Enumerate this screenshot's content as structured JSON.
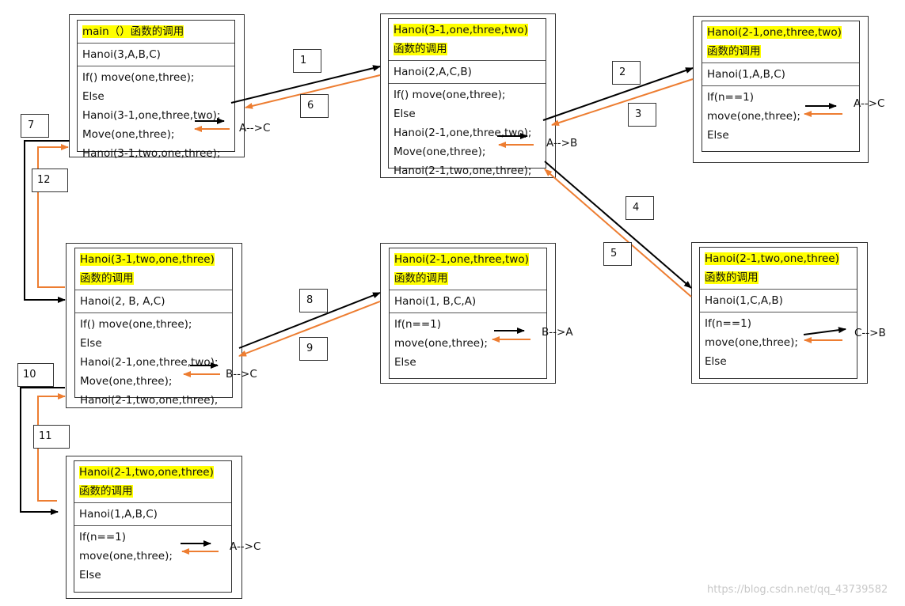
{
  "colors": {
    "call_arrow": "#000000",
    "return_arrow": "#ed7d31",
    "highlight": "#ffff00"
  },
  "boxes": {
    "main": {
      "title": [
        "main（）函数的调用"
      ],
      "call": "Hanoi(3,A,B,C)",
      "body": [
        "If()    move(one,three);",
        "Else",
        "Hanoi(3-1,one,three,two);",
        "Move(one,three);",
        "Hanoi(3-1,two,one,three);"
      ],
      "move": "A-->C"
    },
    "l1_left": {
      "title": [
        "Hanoi(3-1,one,three,two)",
        "函数的调用"
      ],
      "call": "Hanoi(2,A,C,B)",
      "body": [
        "If()    move(one,three);",
        "Else",
        "Hanoi(2-1,one,three,two);",
        "Move(one,three);",
        "Hanoi(2-1,two,one,three);"
      ],
      "move": "A-->B"
    },
    "l2_a": {
      "title": [
        "Hanoi(2-1,one,three,two)",
        "函数的调用"
      ],
      "call": "Hanoi(1,A,B,C)",
      "body": [
        "If(n==1)",
        "move(one,three);",
        "Else",
        ""
      ],
      "move": "A-->C"
    },
    "l2_b": {
      "title": [
        "Hanoi(2-1,two,one,three)",
        "函数的调用"
      ],
      "call": "Hanoi(1,C,A,B)",
      "body": [
        "If(n==1)",
        "move(one,three);",
        "Else",
        ""
      ],
      "move": "C-->B"
    },
    "l1_right": {
      "title": [
        "Hanoi(3-1,two,one,three)",
        "函数的调用"
      ],
      "call": "Hanoi(2, B, A,C)",
      "body": [
        "If()    move(one,three);",
        "Else",
        "Hanoi(2-1,one,three,two);",
        "Move(one,three);",
        "Hanoi(2-1,two,one,three),"
      ],
      "move": "B-->C"
    },
    "l2_c": {
      "title": [
        "Hanoi(2-1,one,three,two)",
        "函数的调用"
      ],
      "call": "Hanoi(1, B,C,A)",
      "body": [
        "If(n==1)",
        "move(one,three);",
        "Else",
        ""
      ],
      "move": "B-->A"
    },
    "l2_d": {
      "title": [
        "Hanoi(2-1,two,one,three)",
        "函数的调用"
      ],
      "call": "Hanoi(1,A,B,C)",
      "body": [
        "If(n==1)",
        "move(one,three);",
        "Else",
        ""
      ],
      "move": "A-->C"
    }
  },
  "step_labels": [
    "1",
    "2",
    "3",
    "4",
    "5",
    "6",
    "7",
    "8",
    "9",
    "10",
    "11",
    "12"
  ],
  "watermark": "https://blog.csdn.net/qq_43739582"
}
